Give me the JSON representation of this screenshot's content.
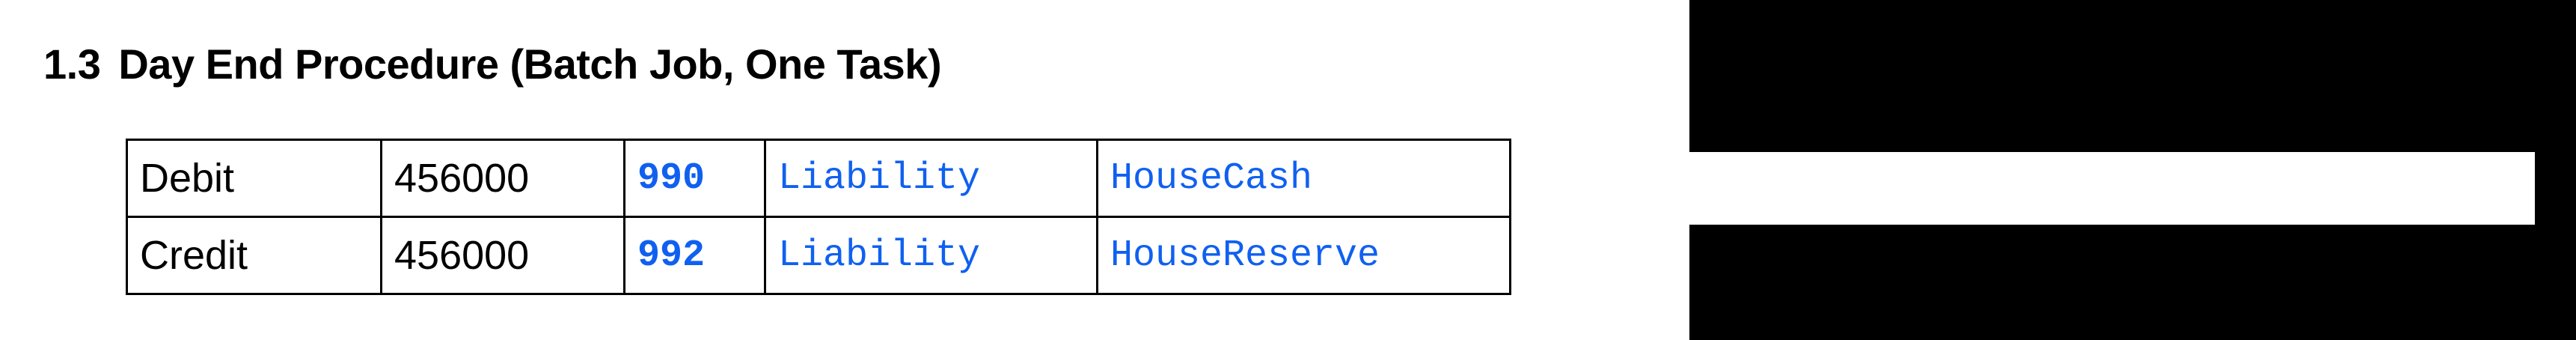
{
  "heading": {
    "number": "1.3",
    "title": "Day End Procedure (Batch Job, One Task)"
  },
  "amounts_table": {
    "rows": [
      {
        "side": "Debit",
        "amount": "456000"
      },
      {
        "side": "Credit",
        "amount": "456000"
      }
    ]
  },
  "accounts_table": {
    "rows": [
      {
        "account": "990",
        "type": "Liability",
        "name": "HouseCash"
      },
      {
        "account": "992",
        "type": "Liability",
        "name": "HouseReserve"
      }
    ]
  },
  "colors": {
    "text": "#000000",
    "account_blue": "#1060F0",
    "border": "#000000",
    "redaction": "#000000",
    "background": "#ffffff"
  }
}
